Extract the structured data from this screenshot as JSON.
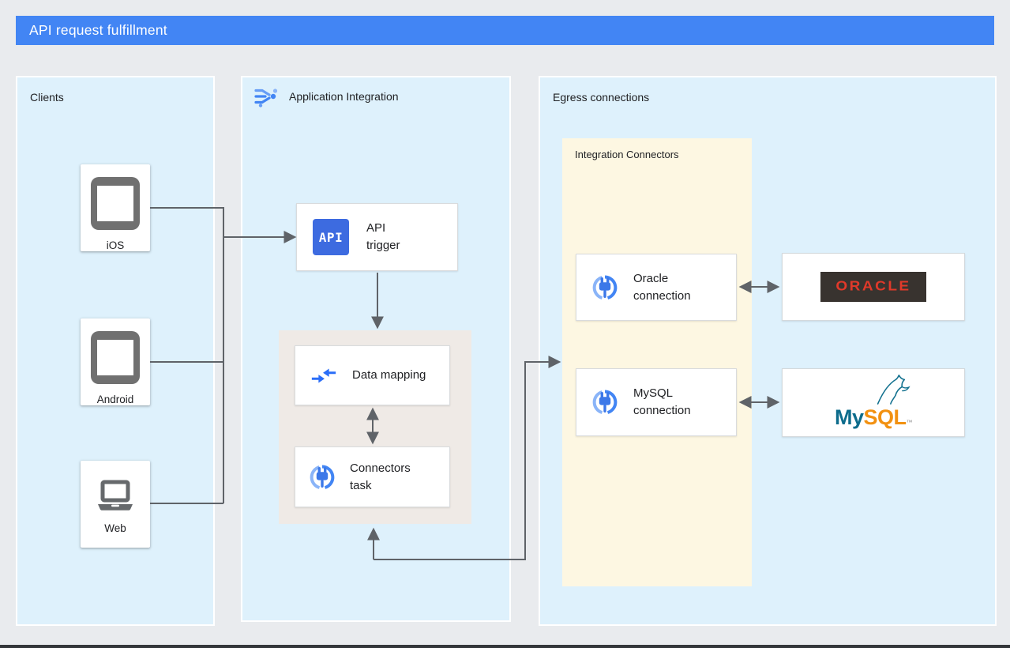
{
  "header": {
    "title": "API request fulfillment"
  },
  "panels": {
    "clients": {
      "label": "Clients",
      "items": [
        {
          "label": "iOS",
          "icon": "smartphone-icon"
        },
        {
          "label": "Android",
          "icon": "smartphone-icon"
        },
        {
          "label": "Web",
          "icon": "laptop-icon"
        }
      ]
    },
    "application_integration": {
      "label": "Application Integration",
      "icon": "application-integration-icon",
      "api_trigger": {
        "badge": "API",
        "label": "API trigger"
      },
      "data_mapping": {
        "label": "Data mapping",
        "icon": "data-mapping-icon"
      },
      "connectors_task": {
        "label": "Connectors task",
        "icon": "connectors-icon"
      }
    },
    "egress": {
      "label": "Egress connections",
      "integration_connectors": {
        "label": "Integration Connectors",
        "connections": [
          {
            "label": "Oracle connection",
            "icon": "connectors-icon"
          },
          {
            "label": "MySQL connection",
            "icon": "connectors-icon"
          }
        ]
      },
      "databases": [
        {
          "name": "Oracle",
          "logo_text": "ORACLE"
        },
        {
          "name": "MySQL",
          "logo_prefix": "My",
          "logo_suffix": "SQL",
          "trademark": "™"
        }
      ]
    }
  },
  "colors": {
    "header_bg": "#4285f4",
    "zone_bg": "#def1fc",
    "integration_connectors_bg": "#fdf7e2",
    "group_bg": "#efeae6",
    "arrow": "#5f6368",
    "api_badge_bg": "#3d6be0",
    "oracle_red": "#e0392a",
    "oracle_box_bg": "#38332f",
    "mysql_teal": "#0d6c8c",
    "mysql_orange": "#f29111"
  }
}
